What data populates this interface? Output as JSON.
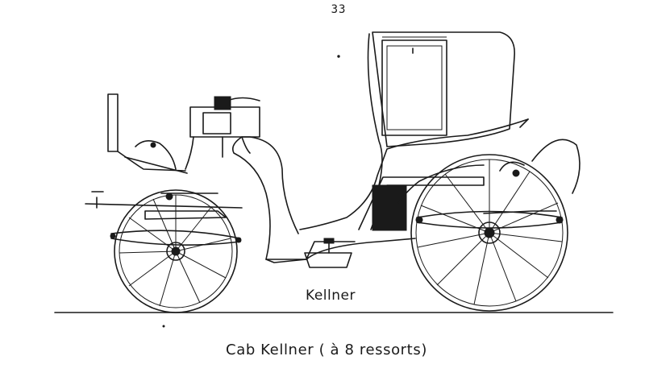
{
  "page": {
    "number": "33"
  },
  "plate": {
    "label": "Kellner",
    "caption": "Cab Kellner ( à 8 ressorts)"
  }
}
